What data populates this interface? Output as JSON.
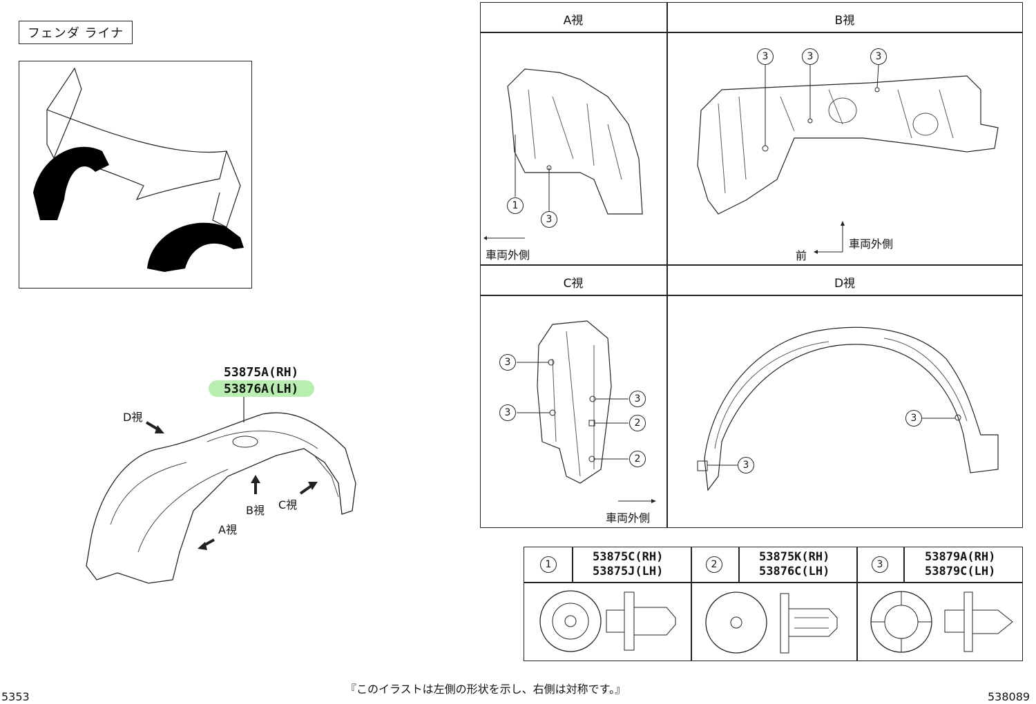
{
  "title": "フェンダ ライナ",
  "main_part": {
    "rh": "53875A(RH)",
    "lh": "53876A(LH)",
    "highlight_color": "#b8eeb0"
  },
  "view_arrows": {
    "d": "D視",
    "b": "B視",
    "c": "C視",
    "a": "A視"
  },
  "panels": {
    "a_title": "A視",
    "b_title": "B視",
    "c_title": "C視",
    "d_title": "D視",
    "outside_label": "車両外側",
    "front_label": "前"
  },
  "callouts": {
    "one": "①",
    "two": "②",
    "three": "③",
    "num1": "1",
    "num2": "2",
    "num3": "3"
  },
  "clips": [
    {
      "rh": "53875C(RH)",
      "lh": "53875J(LH)"
    },
    {
      "rh": "53875K(RH)",
      "lh": "53876C(LH)"
    },
    {
      "rh": "53879A(RH)",
      "lh": "53879C(LH)"
    }
  ],
  "footer": {
    "note": "『このイラストは左側の形状を示し、右側は対称です。』",
    "left_code": "5353",
    "right_code": "538089"
  }
}
